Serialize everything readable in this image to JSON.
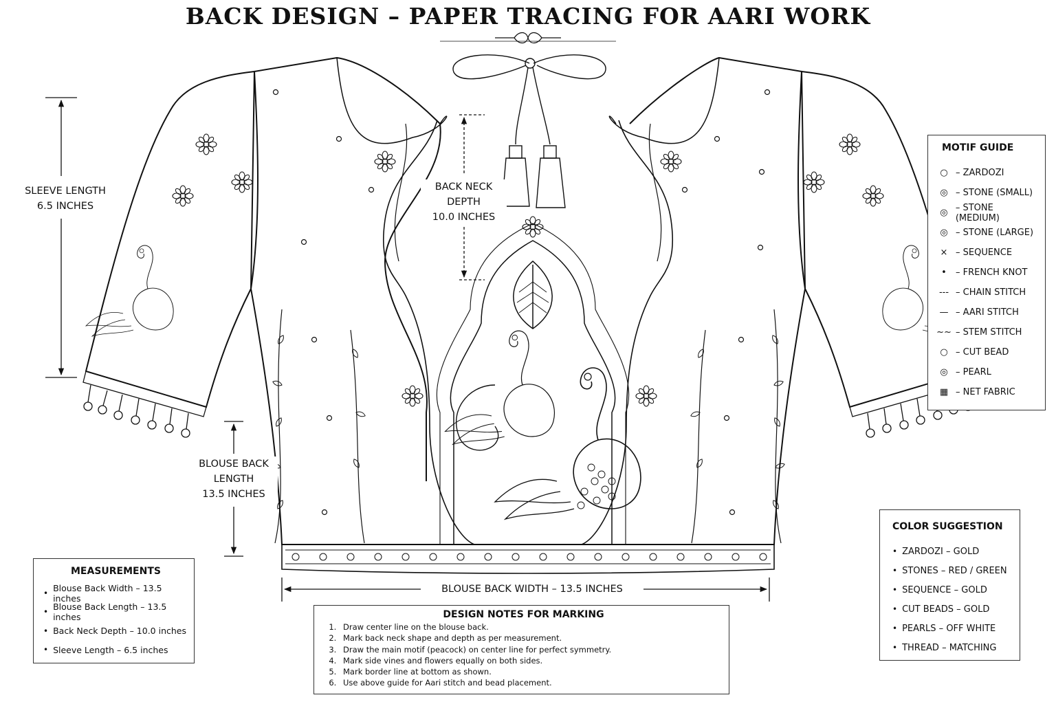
{
  "title": "BACK DESIGN – PAPER TRACING FOR AARI WORK",
  "labels": {
    "sleeve_length": [
      "SLEEVE LENGTH",
      "6.5 INCHES"
    ],
    "back_neck_depth": [
      "BACK NECK",
      "DEPTH",
      "10.0 INCHES"
    ],
    "blouse_back_length": [
      "BLOUSE BACK",
      "LENGTH",
      "13.5 INCHES"
    ],
    "blouse_back_width": "BLOUSE BACK WIDTH – 13.5 INCHES"
  },
  "motif_guide": {
    "title": "MOTIF GUIDE",
    "items": [
      {
        "symbol": "○",
        "label": "– ZARDOZI"
      },
      {
        "symbol": "◎",
        "label": "– STONE (SMALL)"
      },
      {
        "symbol": "◎",
        "label": "– STONE (MEDIUM)"
      },
      {
        "symbol": "◎",
        "label": "– STONE (LARGE)"
      },
      {
        "symbol": "×",
        "label": "– SEQUENCE"
      },
      {
        "symbol": "•",
        "label": "– FRENCH KNOT"
      },
      {
        "symbol": "---",
        "label": "– CHAIN STITCH"
      },
      {
        "symbol": "—",
        "label": "– AARI STITCH"
      },
      {
        "symbol": "~~",
        "label": "– STEM STITCH"
      },
      {
        "symbol": "○",
        "label": "– CUT BEAD"
      },
      {
        "symbol": "◎",
        "label": "– PEARL"
      },
      {
        "symbol": "▦",
        "label": "– NET FABRIC"
      }
    ]
  },
  "measurements": {
    "title": "MEASUREMENTS",
    "items": [
      "Blouse Back Width – 13.5 inches",
      "Blouse Back Length – 13.5 inches",
      "Back Neck Depth – 10.0 inches",
      "Sleeve Length – 6.5 inches"
    ]
  },
  "color_suggestion": {
    "title": "COLOR SUGGESTION",
    "items": [
      "ZARDOZI – GOLD",
      "STONES – RED / GREEN",
      "SEQUENCE – GOLD",
      "CUT BEADS – GOLD",
      "PEARLS – OFF WHITE",
      "THREAD – MATCHING"
    ]
  },
  "design_notes": {
    "title": "DESIGN NOTES FOR MARKING",
    "items": [
      "Draw center line on the blouse back.",
      "Mark back neck shape and depth as per measurement.",
      "Draw the main motif (peacock) on center line for perfect symmetry.",
      "Mark side vines and flowers equally on both sides.",
      "Mark border line at bottom as shown.",
      "Use above guide for Aari stitch and bead placement."
    ]
  },
  "colors": {
    "ink": "#111111",
    "paper": "#ffffff"
  }
}
